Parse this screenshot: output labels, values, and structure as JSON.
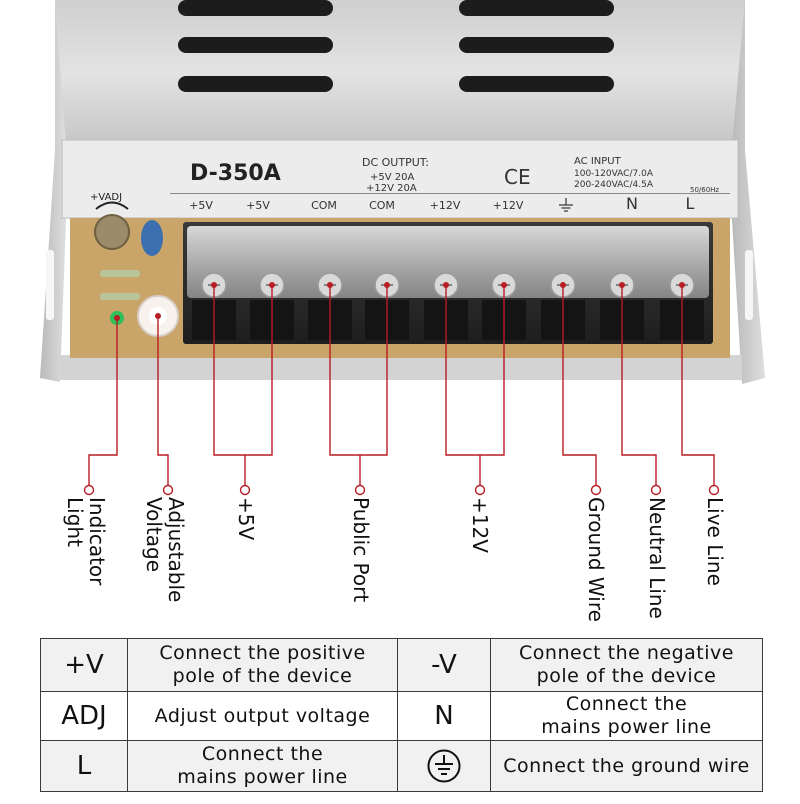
{
  "product": {
    "model": "D-350A",
    "dc_output": {
      "heading": "DC OUTPUT:",
      "line1": "+5V 20A",
      "line2": "+12V 20A"
    },
    "ce_mark": "CE",
    "ac_input": {
      "heading": "AC INPUT",
      "line1": "100-120VAC/7.0A",
      "line2": "200-240VAC/4.5A",
      "freq": "50/60Hz"
    },
    "vadj_label": "+VADJ",
    "terminal_labels": [
      "+5V",
      "+5V",
      "COM",
      "COM",
      "+12V",
      "+12V",
      "",
      "N",
      "L"
    ]
  },
  "callouts": [
    {
      "id": "indicator-light",
      "lines": [
        "Indicator",
        "Light"
      ]
    },
    {
      "id": "adjustable-voltage",
      "lines": [
        "Adjustable",
        "Voltage"
      ]
    },
    {
      "id": "plus-5v",
      "lines": [
        "+5V"
      ]
    },
    {
      "id": "public-port",
      "lines": [
        "Public Port"
      ]
    },
    {
      "id": "plus-12v",
      "lines": [
        "+12V"
      ]
    },
    {
      "id": "ground-wire",
      "lines": [
        "Ground Wire"
      ]
    },
    {
      "id": "neutral-line",
      "lines": [
        "Neutral Line"
      ]
    },
    {
      "id": "live-line",
      "lines": [
        "Live Line"
      ]
    }
  ],
  "legend_table": {
    "rows": [
      {
        "sym1": "+V",
        "desc1": [
          "Connect the positive",
          "pole of the device"
        ],
        "sym2": "-V",
        "desc2": [
          "Connect the negative",
          "pole of the device"
        ]
      },
      {
        "sym1": "ADJ",
        "desc1": [
          "Adjust output voltage"
        ],
        "sym2": "N",
        "desc2": [
          "Connect the",
          "mains power line"
        ]
      },
      {
        "sym1": "L",
        "desc1": [
          "Connect the",
          "mains power line"
        ],
        "sym2": "ground-symbol-icon",
        "desc2": [
          "Connect the ground wire"
        ]
      }
    ]
  },
  "colors": {
    "callout_line": "#b81c24",
    "housing": "#d8d8d8",
    "terminal_block": "#2b2b2b",
    "pcb": "#c9a56a"
  }
}
